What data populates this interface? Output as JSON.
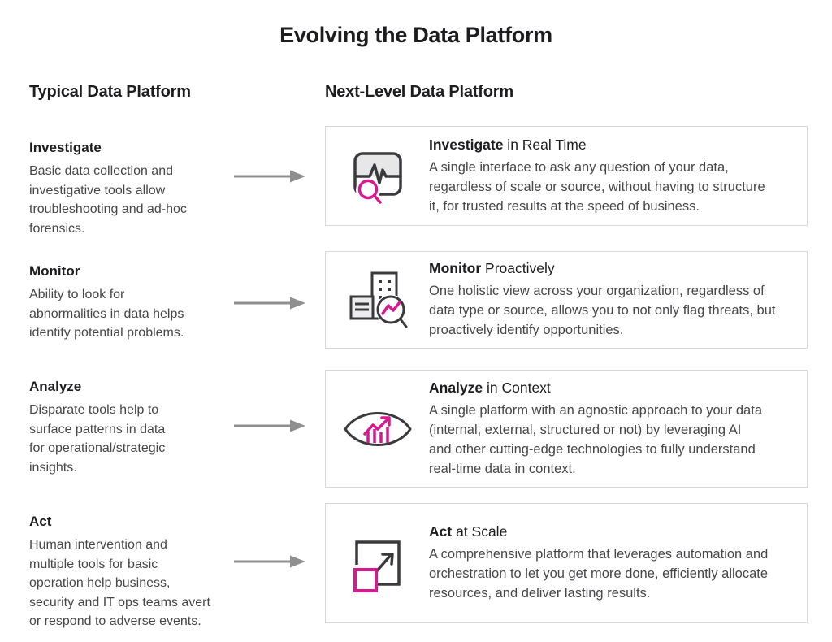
{
  "title": "Evolving the Data Platform",
  "left_column_header": "Typical Data Platform",
  "right_column_header": "Next-Level Data Platform",
  "colors": {
    "accent_magenta": "#d9188f",
    "icon_dark": "#3a3a3e",
    "arrow_gray": "#8f8f8f",
    "card_border": "#d8d8d8",
    "heading_text": "#1d1d20",
    "body_text": "#47474a",
    "icon_fill_gray": "#e7e7e7"
  },
  "icons": {
    "investigate": "browser-pulse-magnifier-icon",
    "monitor": "buildings-magnifier-icon",
    "analyze": "eye-chart-icon",
    "act": "expand-scale-icon",
    "arrow": "right-arrow-icon"
  },
  "rows": [
    {
      "left": {
        "title": "Investigate",
        "description": "Basic data collection and\ninvestigative tools allow\ntroubleshooting and ad-hoc\nforensics."
      },
      "right": {
        "title_bold": "Investigate",
        "title_rest": " in Real Time",
        "description": "A single interface to ask any question of your data,\nregardless of scale or source, without having to structure\nit, for trusted results at the speed of business."
      }
    },
    {
      "left": {
        "title": "Monitor",
        "description": "Ability to look for\nabnormalities in data helps\nidentify potential problems."
      },
      "right": {
        "title_bold": "Monitor",
        "title_rest": " Proactively",
        "description": "One holistic view across your organization, regardless of\ndata type or source, allows you to not only flag threats, but\nproactively identify opportunities."
      }
    },
    {
      "left": {
        "title": "Analyze",
        "description": "Disparate tools help to\nsurface patterns in data\nfor operational/strategic\ninsights."
      },
      "right": {
        "title_bold": "Analyze",
        "title_rest": " in Context",
        "description": "A single platform with an agnostic approach to your data\n(internal, external, structured or not) by leveraging AI\nand other cutting-edge technologies to fully understand\nreal-time data in context."
      }
    },
    {
      "left": {
        "title": "Act",
        "description": "Human intervention and\nmultiple tools for basic\noperation help business,\nsecurity and IT ops teams avert\nor respond to adverse events."
      },
      "right": {
        "title_bold": "Act",
        "title_rest": " at Scale",
        "description": "A comprehensive platform that leverages automation and\norchestration to let you get more done, efficiently allocate\nresources, and deliver lasting results."
      }
    }
  ]
}
